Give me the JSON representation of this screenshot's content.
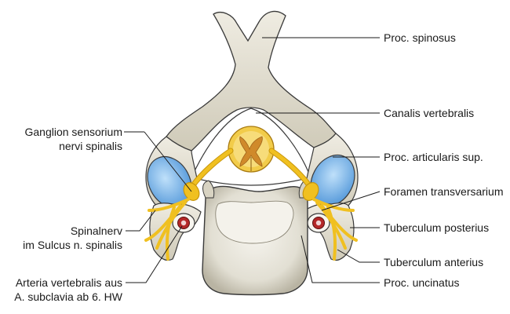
{
  "labels_right": [
    {
      "key": "proc_spinosus",
      "text": "Proc. spinosus"
    },
    {
      "key": "canalis_vertebralis",
      "text": "Canalis vertebralis"
    },
    {
      "key": "proc_articularis",
      "text": "Proc. articularis sup."
    },
    {
      "key": "foramen_transversarium",
      "text": "Foramen transversarium"
    },
    {
      "key": "tuberculum_posterius",
      "text": "Tuberculum posterius"
    },
    {
      "key": "tuberculum_anterius",
      "text": "Tuberculum anterius"
    },
    {
      "key": "proc_uncinatus",
      "text": "Proc. uncinatus"
    }
  ],
  "labels_left": [
    {
      "key": "ganglion",
      "line1": "Ganglion sensorium",
      "line2": "nervi spinalis"
    },
    {
      "key": "spinalnerv",
      "line1": "Spinalnerv",
      "line2": "im Sulcus n. spinalis"
    },
    {
      "key": "arteria",
      "line1": "Arteria vertebralis aus",
      "line2": "A. subclavia ab 6. HW"
    }
  ],
  "colors": {
    "bone": "#ebe8dc",
    "bone_shade": "#c9c4b2",
    "outline": "#3a3a3a",
    "nerve": "#f0c020",
    "nerve_dark": "#c8960c",
    "cartilage": "#7cb6e8",
    "artery": "#b42828",
    "cord_gray": "#d08a2a"
  }
}
